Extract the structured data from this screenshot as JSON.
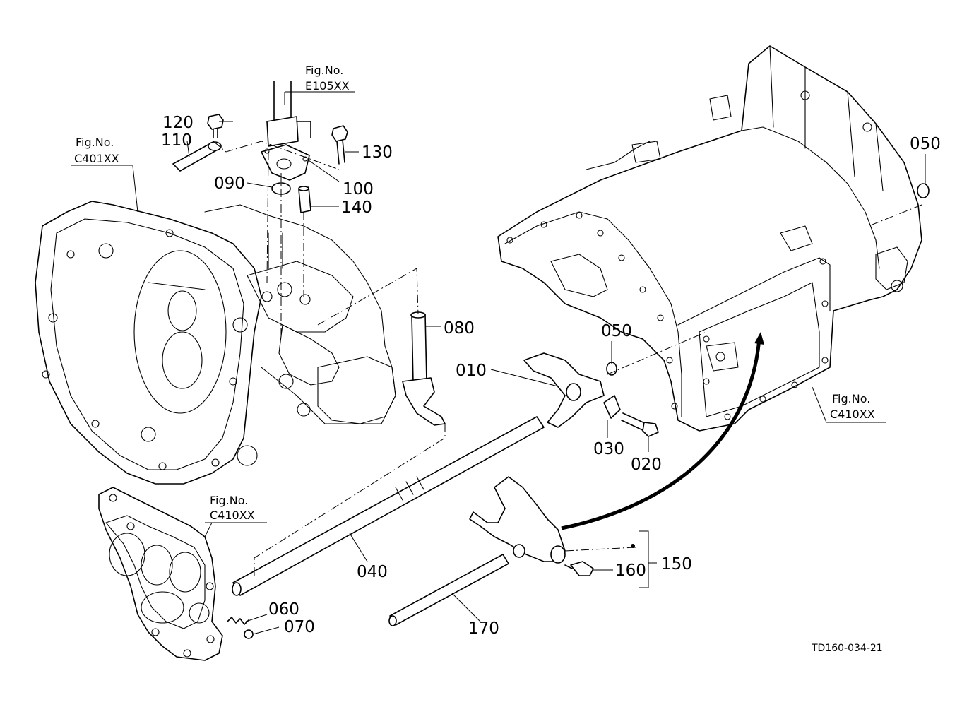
{
  "parts": [
    {
      "id": "p010",
      "label": "010"
    },
    {
      "id": "p020",
      "label": "020"
    },
    {
      "id": "p030",
      "label": "030"
    },
    {
      "id": "p040",
      "label": "040"
    },
    {
      "id": "p050a",
      "label": "050"
    },
    {
      "id": "p050b",
      "label": "050"
    },
    {
      "id": "p060",
      "label": "060"
    },
    {
      "id": "p070",
      "label": "070"
    },
    {
      "id": "p080",
      "label": "080"
    },
    {
      "id": "p090",
      "label": "090"
    },
    {
      "id": "p100",
      "label": "100"
    },
    {
      "id": "p110",
      "label": "110"
    },
    {
      "id": "p120",
      "label": "120"
    },
    {
      "id": "p130",
      "label": "130"
    },
    {
      "id": "p140",
      "label": "140"
    },
    {
      "id": "p150",
      "label": "150"
    },
    {
      "id": "p160",
      "label": "160"
    },
    {
      "id": "p170",
      "label": "170"
    }
  ],
  "figure_refs": [
    {
      "id": "ref_e105",
      "title": "Fig.No.",
      "code": "E105XX"
    },
    {
      "id": "ref_c401",
      "title": "Fig.No.",
      "code": "C401XX"
    },
    {
      "id": "ref_c410_left",
      "title": "Fig.No.",
      "code": "C410XX"
    },
    {
      "id": "ref_c410_right",
      "title": "Fig.No.",
      "code": "C410XX"
    }
  ],
  "drawing_code": "TD160-034-21"
}
